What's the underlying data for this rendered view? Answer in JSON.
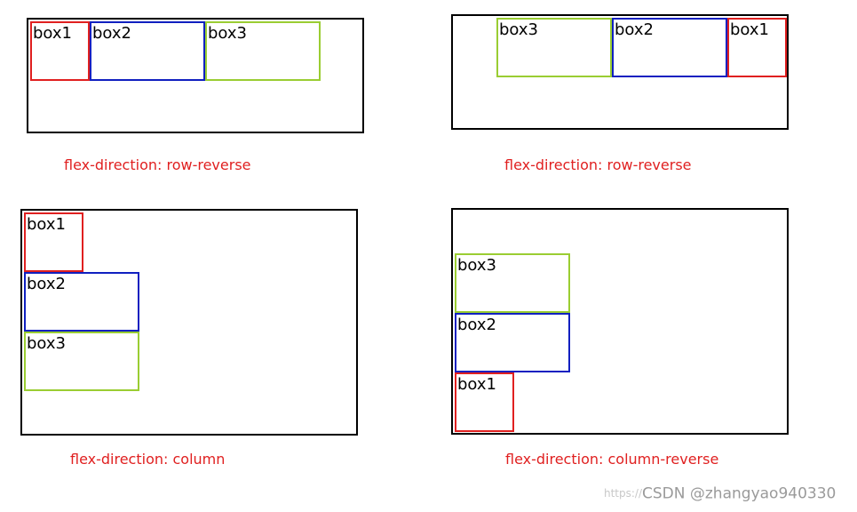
{
  "colors": {
    "box1": "#e02020",
    "box2": "#1020c0",
    "box3": "#9acd32",
    "caption": "#e02020",
    "panel_border": "#000000"
  },
  "panels": [
    {
      "caption": "flex-direction: row-reverse",
      "boxes": [
        {
          "label": "box1"
        },
        {
          "label": "box2"
        },
        {
          "label": "box3"
        }
      ]
    },
    {
      "caption": "flex-direction: row-reverse",
      "boxes": [
        {
          "label": "box3"
        },
        {
          "label": "box2"
        },
        {
          "label": "box1"
        }
      ]
    },
    {
      "caption": "flex-direction: column",
      "boxes": [
        {
          "label": "box1"
        },
        {
          "label": "box2"
        },
        {
          "label": "box3"
        }
      ]
    },
    {
      "caption": "flex-direction: column-reverse",
      "boxes": [
        {
          "label": "box3"
        },
        {
          "label": "box2"
        },
        {
          "label": "box1"
        }
      ]
    }
  ],
  "watermark": {
    "url_fragment": "https://",
    "text": "CSDN @zhangyao940330"
  }
}
